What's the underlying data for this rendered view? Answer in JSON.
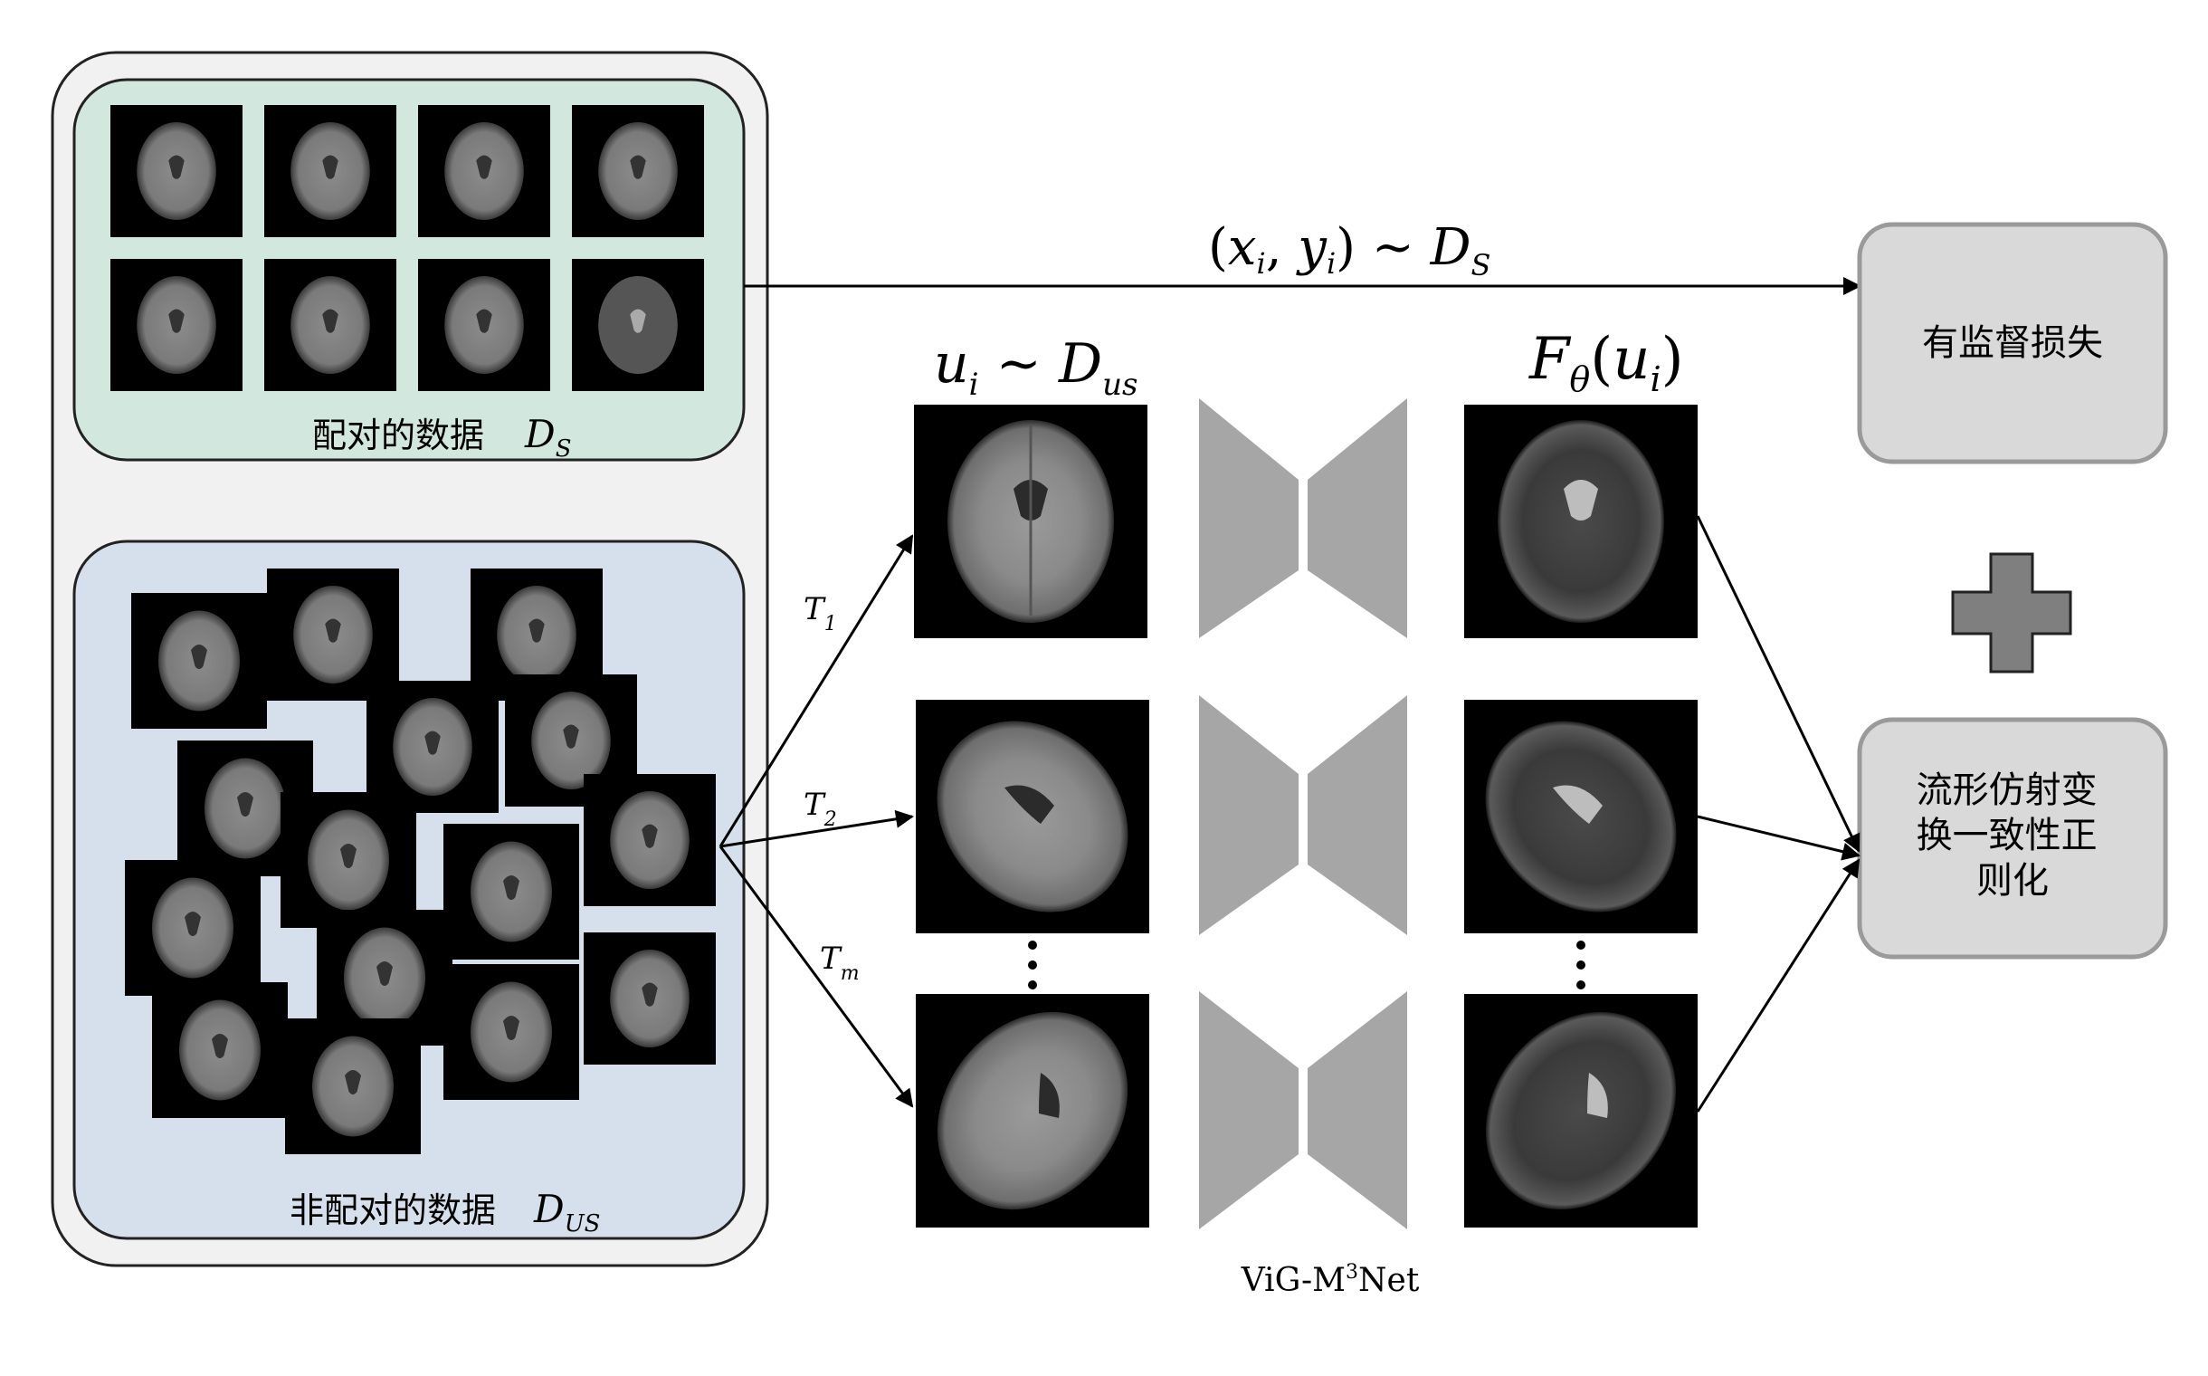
{
  "paired": {
    "label": "配对的数据",
    "symbol": "D",
    "symbol_sub": "S"
  },
  "unpaired": {
    "label": "非配对的数据",
    "symbol": "D",
    "symbol_sub": "US"
  },
  "top_arrow": {
    "open": "(",
    "x": "x",
    "xi": "i",
    "comma": ", ",
    "y": "y",
    "yi": "i",
    "close": ")",
    "tilde": " ~ ",
    "d": "D",
    "dsub": "S"
  },
  "ui_label": {
    "u": "u",
    "i": "i",
    "tilde": " ~ ",
    "d": "D",
    "dsub": "us"
  },
  "f_label": {
    "f": "F",
    "theta": "θ",
    "open": "(",
    "u": "u",
    "i": "i",
    "close": ")"
  },
  "transforms": [
    {
      "t": "T",
      "sub": "1"
    },
    {
      "t": "T",
      "sub": "2"
    },
    {
      "t": "T",
      "sub": "m"
    }
  ],
  "network": {
    "name_pre": "ViG-M",
    "name_sup": "3",
    "name_post": "Net"
  },
  "loss_boxes": {
    "supervised": [
      "有监督损失"
    ],
    "regularization": [
      "流形仿射变",
      "换一致性正",
      "则化"
    ]
  },
  "colors": {
    "outer_panel": "#f1f1f1",
    "paired_panel": "#d2e7dd",
    "unpaired_panel": "#d5e0ec",
    "loss_box": "#d9d9d9",
    "network": "#a6a6a6",
    "plus": "#7f7f7f"
  }
}
